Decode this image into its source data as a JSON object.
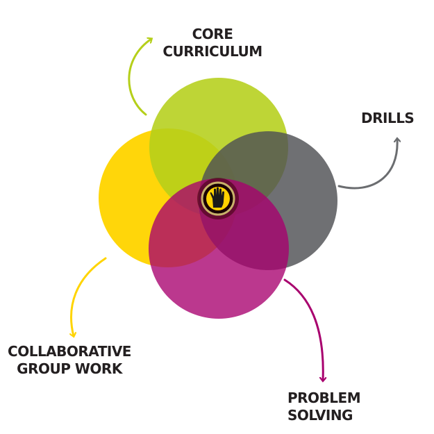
{
  "labels": {
    "core_curriculum": {
      "line1": "CORE",
      "line2": "CURRICULUM"
    },
    "drills": {
      "line1": "DRILLS"
    },
    "collaborative": {
      "line1": "COLLABORATIVE",
      "line2": "GROUP WORK"
    },
    "problem_solving": {
      "line1": "PROBLEM",
      "line2": "SOLVING"
    }
  },
  "center_icon": "raised-hand-icon",
  "colors": {
    "core_curriculum": "#b5cf1a",
    "drills": "#4f5154",
    "collaborative": "#ffd400",
    "problem_solving": "#a8006e",
    "center_ring": "#c8b26a",
    "center_fill": "#ffd200",
    "text": "#231f20"
  }
}
